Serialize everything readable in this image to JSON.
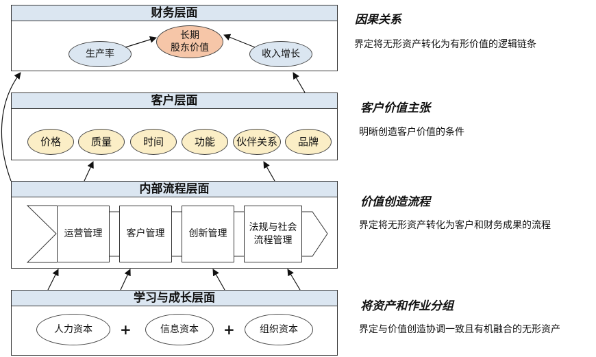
{
  "layers": {
    "financial": {
      "title": "财务层面",
      "nodes": {
        "productivity": "生产率",
        "long_term_value": "长期\n股东价值",
        "revenue_growth": "收入增长"
      }
    },
    "customer": {
      "title": "客户层面",
      "attributes": [
        "价格",
        "质量",
        "时间",
        "功能",
        "伙伴关系",
        "品牌"
      ]
    },
    "internal_process": {
      "title": "内部流程层面",
      "processes": [
        "运营管理",
        "客户管理",
        "创新管理",
        "法规与社会\n流程管理"
      ]
    },
    "learning_growth": {
      "title": "学习与成长层面",
      "capitals": [
        "人力资本",
        "信息资本",
        "组织资本"
      ],
      "plus": "+"
    }
  },
  "annotations": [
    {
      "title": "因果关系",
      "desc": "界定将无形资产转化为有形价值的逻辑链条"
    },
    {
      "title": "客户价值主张",
      "desc": "明晰创造客户价值的条件"
    },
    {
      "title": "价值创造流程",
      "desc": "界定将无形资产转化为客户和财务成果的流程"
    },
    {
      "title": "将资产和作业分组",
      "desc": "界定与价值创造协调一致且有机融合的无形资产"
    }
  ],
  "colors": {
    "header_fill": "#dbe6f1",
    "peach": "#f6c6a8",
    "yellow": "#fbeec6",
    "stroke": "#333333"
  }
}
